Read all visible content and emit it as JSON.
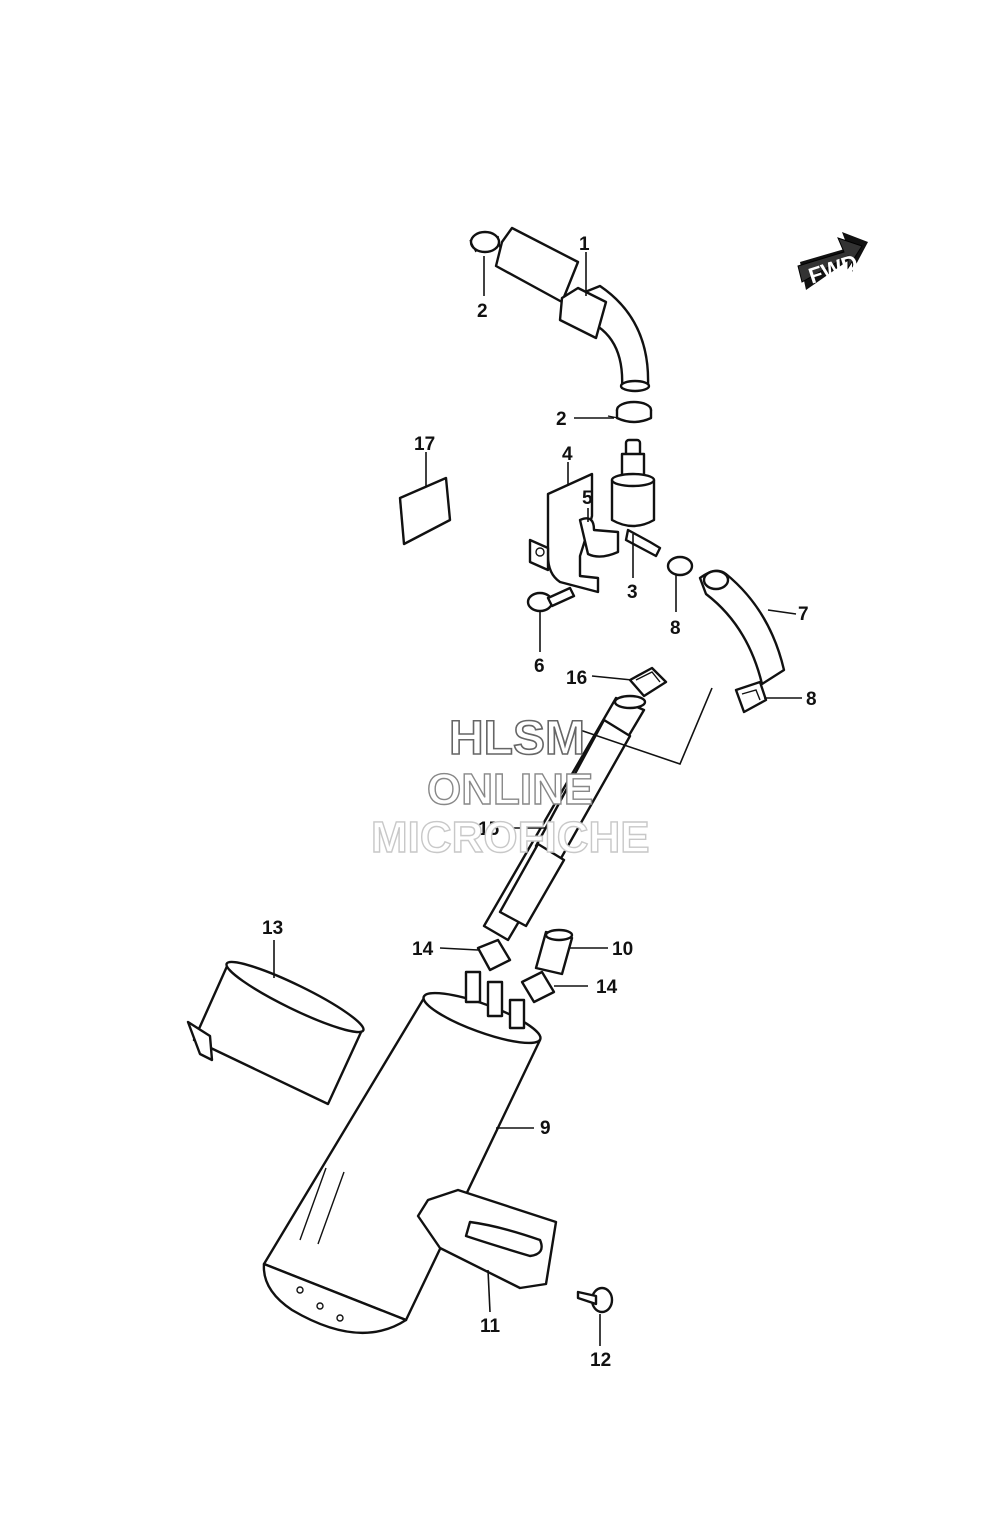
{
  "diagram": {
    "fwd_label": "FWD",
    "watermark": {
      "line1": "HLSM",
      "line2": "ONLINE",
      "line3": "MICROFICHE"
    },
    "callouts": {
      "c1": "1",
      "c2a": "2",
      "c2b": "2",
      "c3": "3",
      "c4": "4",
      "c5": "5",
      "c6": "6",
      "c7": "7",
      "c8a": "8",
      "c8b": "8",
      "c9": "9",
      "c10": "10",
      "c11": "11",
      "c12": "12",
      "c13": "13",
      "c14a": "14",
      "c14b": "14",
      "c15": "15",
      "c16": "16",
      "c17": "17"
    }
  }
}
